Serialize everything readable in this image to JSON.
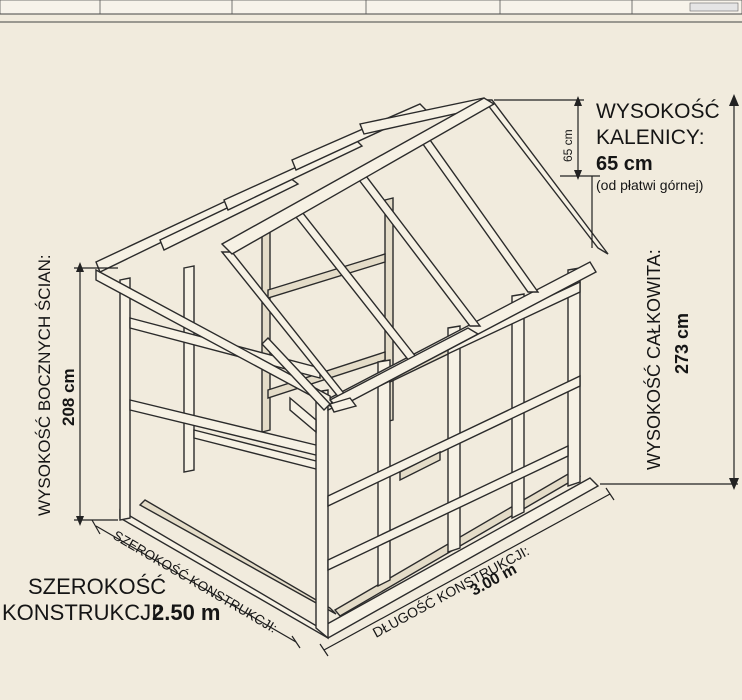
{
  "labels": {
    "ridge_height_title_1": "WYSOKOŚĆ",
    "ridge_height_title_2": "KALENICY:",
    "ridge_height_value": "65 cm",
    "ridge_height_note": "(od płatwi górnej)",
    "ridge_small_tag": "65 cm",
    "total_height_title": "WYSOKOŚĆ CAŁKOWITA:",
    "total_height_value": "273 cm",
    "side_wall_title": "WYSOKOŚĆ BOCZNYCH ŚCIAN:",
    "side_wall_value": "208 cm",
    "width_title_1": "SZEROKOŚĆ",
    "width_title_2": "KONSTRUKCJI:",
    "width_value": "2.50 m",
    "width_along_base": "SZEROKOŚĆ KONSTRUKCJI:",
    "length_along_base": "DŁUGOŚĆ KONSTRUKCJI:",
    "length_value": "3.00 m"
  }
}
